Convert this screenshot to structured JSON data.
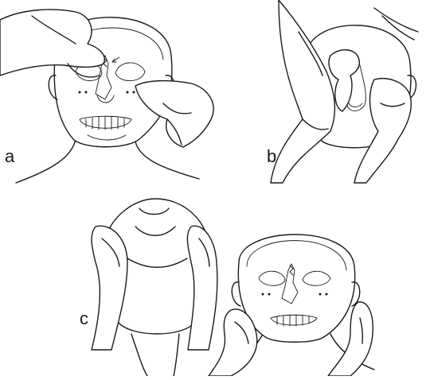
{
  "figure": {
    "panels": [
      {
        "id": "a",
        "label": "a"
      },
      {
        "id": "b",
        "label": "b"
      },
      {
        "id": "c",
        "label": "c"
      }
    ],
    "colors": {
      "line": "#1a1a1a",
      "background": "#ffffff"
    }
  }
}
